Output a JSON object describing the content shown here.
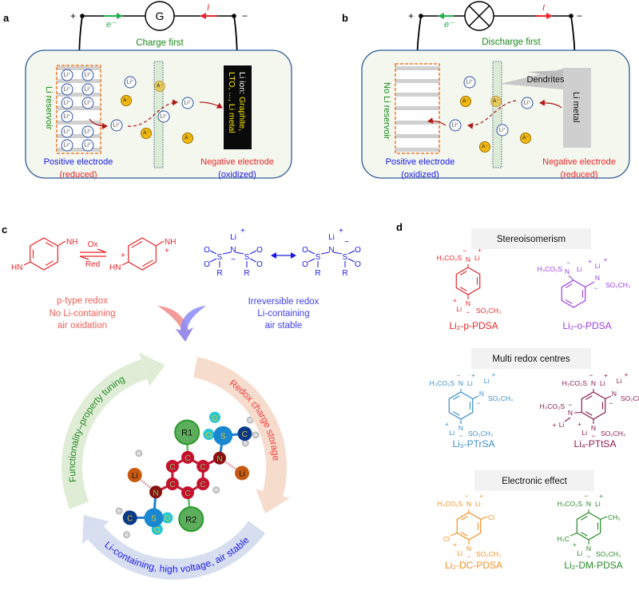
{
  "panel_a": {
    "label": "a",
    "plus": "+",
    "minus": "−",
    "meter": "G",
    "electron": "e⁻",
    "current": "I",
    "mode": "Charge first",
    "reservoir": "Li reservoir",
    "li_ion": "Li⁺",
    "anion": "A⁻",
    "neg_material_prefix": "Li ion: ",
    "neg_material_line1": "Graphite,",
    "neg_material_line2": "LTO, ..., Li metal",
    "pos_electrode": "Positive electrode",
    "pos_state": "(reduced)",
    "neg_electrode": "Negative electrode",
    "neg_state": "(oxidized)"
  },
  "panel_b": {
    "label": "b",
    "plus": "+",
    "minus": "−",
    "electron": "e⁻",
    "current": "I",
    "mode": "Discharge first",
    "reservoir": "No Li reservoir",
    "li_ion": "Li⁺",
    "anion": "A⁻",
    "dendrites": "Dendrites",
    "li_metal": "Li metal",
    "pos_electrode": "Positive electrode",
    "pos_state": "(oxidized)",
    "neg_electrode": "Negative electrode",
    "neg_state": "(reduced)"
  },
  "panel_c": {
    "label": "c",
    "ox": "Ox",
    "red": "Red",
    "nh": "NH",
    "hn": "HN",
    "plus": "+",
    "minus": "−",
    "li": "Li",
    "n": "N",
    "s": "S",
    "o": "O",
    "r": "R",
    "ptype_lines": [
      "p-type redox",
      "No Li-containing",
      "air oxidation"
    ],
    "sulfonamide_lines": [
      "Irreversible redox",
      "Li-containing",
      "air stable"
    ],
    "cycle": {
      "right": "Redox charge storage",
      "bottom": "Li-containing, high voltage, air stable",
      "left": "Functionality–property tuning"
    },
    "atoms": {
      "r1": "R1",
      "r2": "R2",
      "c": "C",
      "n": "N",
      "s": "S",
      "o": "O",
      "li": "Li"
    },
    "colors": {
      "p_type": "#e8262a",
      "sulfonamide": "#1a1ae6",
      "cycle_right": "#f6dccd",
      "cycle_bottom": "#d6def0",
      "cycle_left": "#dfedd6"
    }
  },
  "panel_d": {
    "label": "d",
    "sections": [
      "Stereoisomerism",
      "Multi redox centres",
      "Electronic effect"
    ],
    "compounds": [
      {
        "name": "Li₂-p-PDSA",
        "color": "#e8262a",
        "labels": [
          "H₃CO₂S",
          "N",
          "−",
          "Li",
          "+",
          "N",
          "−",
          "Li",
          "+",
          "SO₂CH₃"
        ]
      },
      {
        "name": "Li₂-o-PDSA",
        "color": "#9a40e6",
        "labels": [
          "H₃CO₂S",
          "N",
          "−",
          "Li",
          "+",
          "Li",
          "+",
          "N",
          "−",
          "SO₂CH₃"
        ]
      },
      {
        "name": "Li₃-PTrSA",
        "color": "#3b8fc7",
        "labels": [
          "H₃CO₂S",
          "N",
          "−",
          "Li",
          "+",
          "Li",
          "+",
          "N",
          "−",
          "SO₂CH₃",
          "N",
          "−",
          "Li",
          "+",
          "SO₂CH₃"
        ]
      },
      {
        "name": "Li₄-PTtSA",
        "color": "#8b1c50",
        "labels": [
          "H₃CO₂S",
          "N",
          "−",
          "Li",
          "+",
          "Li",
          "+",
          "N",
          "−",
          "SO₂CH₃",
          "H₃CO₂S",
          "N",
          "−",
          "Li",
          "+",
          "N",
          "−",
          "Li",
          "+",
          "SO₂CH₃"
        ]
      },
      {
        "name": "Li₂-DC-PDSA",
        "color": "#f29024",
        "labels": [
          "H₃CO₂S",
          "N",
          "−",
          "Li",
          "+",
          "Cl",
          "Cl",
          "N",
          "−",
          "Li",
          "+",
          "SO₂CH₃"
        ]
      },
      {
        "name": "Li₂-DM-PDSA",
        "color": "#2a8a2a",
        "labels": [
          "H₃CO₂S",
          "N",
          "−",
          "Li",
          "+",
          "CH₃",
          "H₃C",
          "N",
          "−",
          "Li",
          "+",
          "SO₂CH₃"
        ]
      }
    ]
  }
}
